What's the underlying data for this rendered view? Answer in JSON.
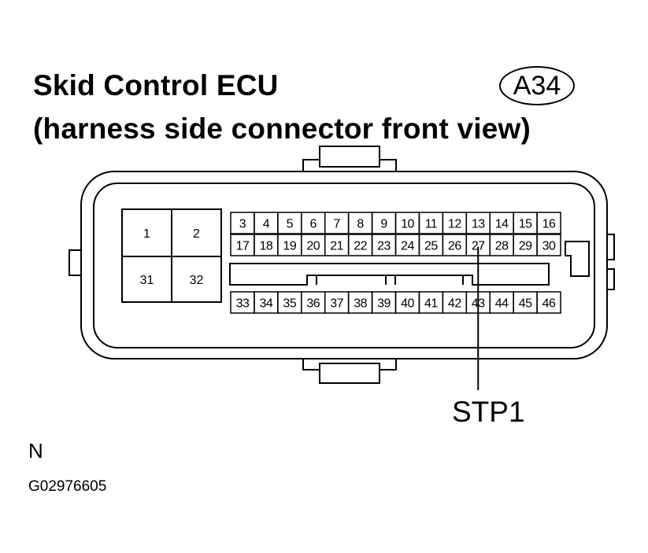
{
  "title_line1": "Skid Control ECU",
  "title_line2": "(harness side connector front view)",
  "connector_code": "A34",
  "large_pins": [
    "1",
    "2",
    "31",
    "32"
  ],
  "pin_rows": [
    [
      "3",
      "4",
      "5",
      "6",
      "7",
      "8",
      "9",
      "10",
      "11",
      "12",
      "13",
      "14",
      "15",
      "16"
    ],
    [
      "17",
      "18",
      "19",
      "20",
      "21",
      "22",
      "23",
      "24",
      "25",
      "26",
      "27",
      "28",
      "29",
      "30"
    ],
    [
      "33",
      "34",
      "35",
      "36",
      "37",
      "38",
      "39",
      "40",
      "41",
      "42",
      "43",
      "44",
      "45",
      "46"
    ]
  ],
  "callout": {
    "label": "STP1",
    "pin": "27"
  },
  "orientation_letter": "N",
  "figure_id": "G02976605"
}
